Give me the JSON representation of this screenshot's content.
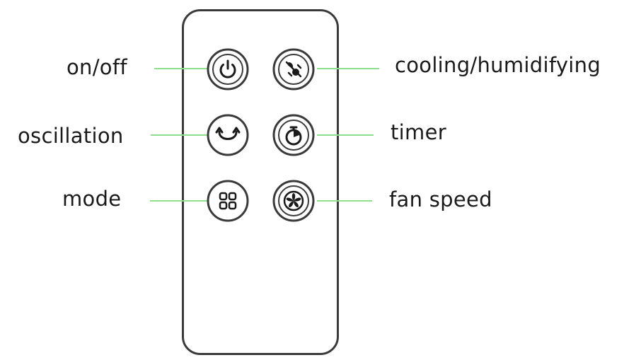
{
  "labels": {
    "on_off": "on/off",
    "oscillation": "oscillation",
    "mode": "mode",
    "cooling_humidifying": "cooling/humidifying",
    "timer": "timer",
    "fan_speed": "fan speed"
  },
  "icons": {
    "on_off": "power-icon",
    "cooling_humidifying": "cooling-humidifying-icon",
    "oscillation": "oscillation-icon",
    "timer": "timer-icon",
    "mode": "mode-grid-icon",
    "fan_speed": "fan-icon"
  },
  "colors": {
    "leader_line": "#8ee08e",
    "outline": "#3a3a3a",
    "text": "#1a1a1a"
  }
}
